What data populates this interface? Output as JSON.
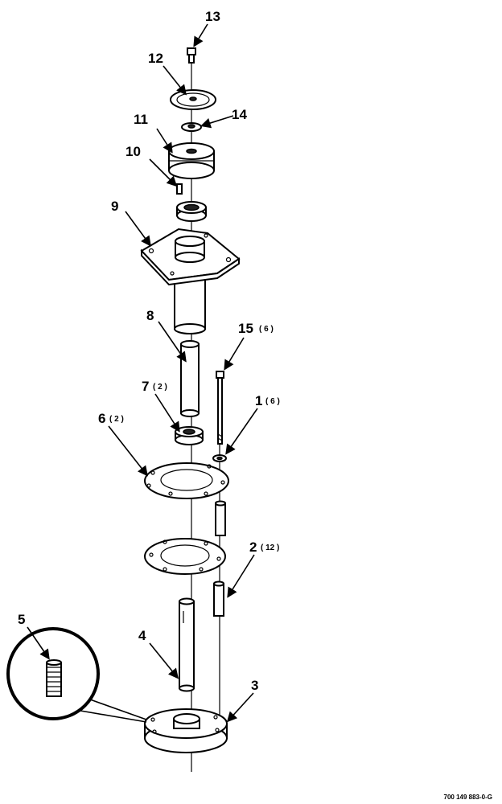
{
  "callouts": {
    "c13": {
      "num": "13",
      "qty": ""
    },
    "c12": {
      "num": "12",
      "qty": ""
    },
    "c14": {
      "num": "14",
      "qty": ""
    },
    "c11": {
      "num": "11",
      "qty": ""
    },
    "c10": {
      "num": "10",
      "qty": ""
    },
    "c9": {
      "num": "9",
      "qty": ""
    },
    "c8": {
      "num": "8",
      "qty": ""
    },
    "c15": {
      "num": "15",
      "qty": "( 6 )"
    },
    "c7": {
      "num": "7",
      "qty": "( 2 )"
    },
    "c1": {
      "num": "1",
      "qty": "( 6 )"
    },
    "c6": {
      "num": "6",
      "qty": "( 2 )"
    },
    "c2": {
      "num": "2",
      "qty": "( 12 )"
    },
    "c5": {
      "num": "5",
      "qty": ""
    },
    "c4": {
      "num": "4",
      "qty": ""
    },
    "c3": {
      "num": "3",
      "qty": ""
    }
  },
  "drawing_ref": "700 149 883-0-G"
}
